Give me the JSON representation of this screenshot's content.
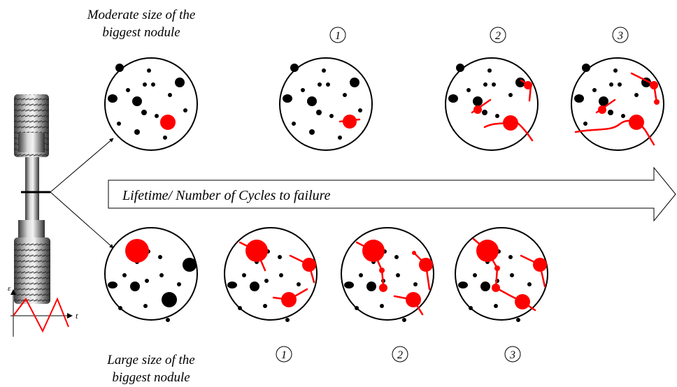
{
  "top_label": [
    "Moderate size of the",
    "biggest nodule"
  ],
  "bottom_label": [
    "Large size of the",
    "biggest nodule"
  ],
  "arrow_label": "Lifetime/ Number of Cycles to failure",
  "top_stage_numbers": [
    "1",
    "2",
    "3"
  ],
  "bottom_stage_numbers": [
    "1",
    "2",
    "3"
  ],
  "loading_axes": {
    "strain": "ε",
    "time": "t"
  },
  "colors": {
    "crack": "#ff0000",
    "nodule": "#000000",
    "circle_border": "#000000",
    "arrow_fill": "#ffffff"
  }
}
